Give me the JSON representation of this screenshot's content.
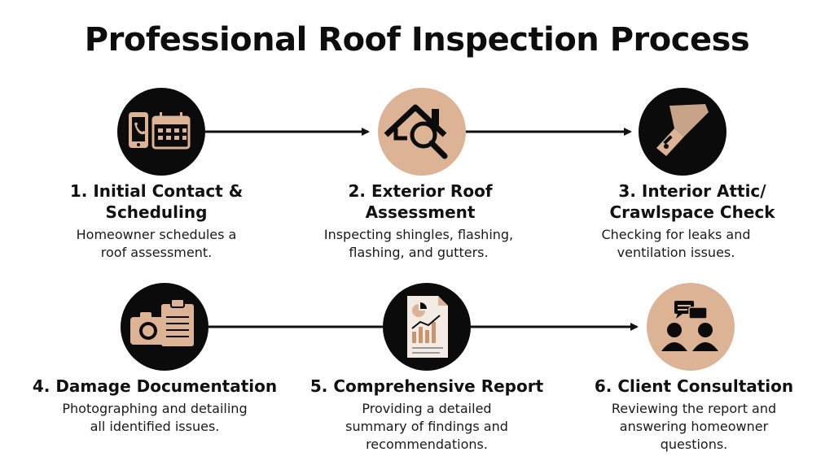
{
  "title": "Professional Roof Inspection Process",
  "colors": {
    "dark": "#0b0b0b",
    "tan": "#dcb495",
    "arrow": "#111111"
  },
  "steps": [
    {
      "number": "1.",
      "title_line1": "1. Initial Contact &",
      "title_line2": "Scheduling",
      "desc_line1": "Homeowner schedules a",
      "desc_line2": "roof assessment.",
      "desc_line3": "",
      "icon": "phone-calendar-icon"
    },
    {
      "number": "2.",
      "title_line1": "2. Exterior Roof",
      "title_line2": "Assessment",
      "desc_line1": "Inspecting shingles, flashing,",
      "desc_line2": "flashing, and gutters.",
      "desc_line3": "",
      "icon": "roof-magnifier-icon"
    },
    {
      "number": "3.",
      "title_line1": "3. Interior Attic/",
      "title_line2": "Crawlspace Check",
      "desc_line1": "Checking for leaks and",
      "desc_line2": "ventilation issues.",
      "desc_line3": "",
      "icon": "flashlight-icon"
    },
    {
      "number": "4.",
      "title_line1": "4. Damage Documentation",
      "title_line2": "",
      "desc_line1": "Photographing and detailing",
      "desc_line2": "all identified issues.",
      "desc_line3": "",
      "icon": "camera-clipboard-icon"
    },
    {
      "number": "5.",
      "title_line1": "5. Comprehensive Report",
      "title_line2": "",
      "desc_line1": "Providing a detailed",
      "desc_line2": "summary of findings and",
      "desc_line3": "recommendations.",
      "icon": "report-chart-icon"
    },
    {
      "number": "6.",
      "title_line1": "6. Client Consultation",
      "title_line2": "",
      "desc_line1": "Reviewing the report and",
      "desc_line2": "answering homeowner",
      "desc_line3": "questions.",
      "icon": "consultation-icon"
    }
  ]
}
